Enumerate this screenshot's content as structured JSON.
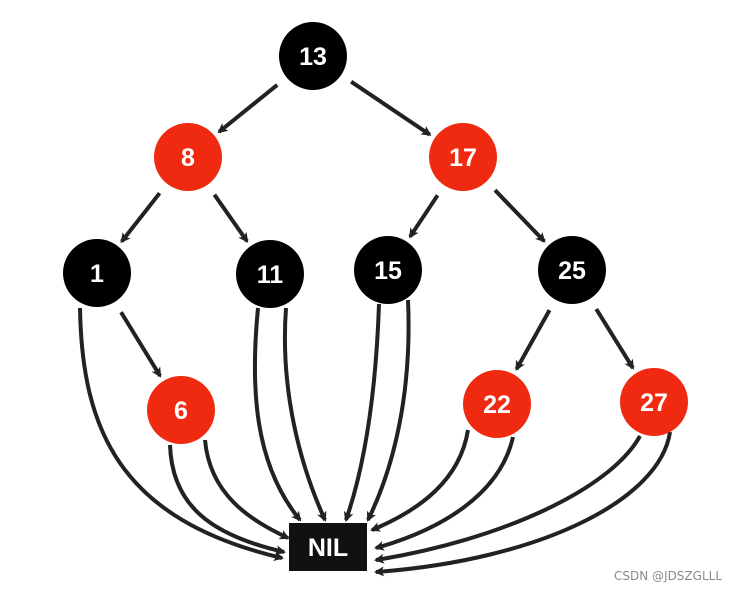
{
  "diagram": {
    "colors": {
      "black_node": "#000000",
      "red_node": "#f02a10",
      "edge": "#222222",
      "nil_box": "#111111",
      "label": "#ffffff"
    },
    "nodes": [
      {
        "id": "n13",
        "label": "13",
        "color": "black"
      },
      {
        "id": "n8",
        "label": "8",
        "color": "red"
      },
      {
        "id": "n17",
        "label": "17",
        "color": "red"
      },
      {
        "id": "n1",
        "label": "1",
        "color": "black"
      },
      {
        "id": "n11",
        "label": "11",
        "color": "black"
      },
      {
        "id": "n15",
        "label": "15",
        "color": "black"
      },
      {
        "id": "n25",
        "label": "25",
        "color": "black"
      },
      {
        "id": "n6",
        "label": "6",
        "color": "red"
      },
      {
        "id": "n22",
        "label": "22",
        "color": "red"
      },
      {
        "id": "n27",
        "label": "27",
        "color": "red"
      }
    ],
    "edges": [
      {
        "from": "n13",
        "to": "n8"
      },
      {
        "from": "n13",
        "to": "n17"
      },
      {
        "from": "n8",
        "to": "n1"
      },
      {
        "from": "n8",
        "to": "n11"
      },
      {
        "from": "n17",
        "to": "n15"
      },
      {
        "from": "n17",
        "to": "n25"
      },
      {
        "from": "n1",
        "to": "n6"
      },
      {
        "from": "n25",
        "to": "n22"
      },
      {
        "from": "n25",
        "to": "n27"
      }
    ],
    "nil_edges": [
      {
        "from": "n1"
      },
      {
        "from": "n6"
      },
      {
        "from": "n6"
      },
      {
        "from": "n11"
      },
      {
        "from": "n11"
      },
      {
        "from": "n15"
      },
      {
        "from": "n15"
      },
      {
        "from": "n22"
      },
      {
        "from": "n22"
      },
      {
        "from": "n27"
      },
      {
        "from": "n27"
      }
    ],
    "nil_label": "NIL"
  },
  "watermark": "CSDN @JDSZGLLL"
}
